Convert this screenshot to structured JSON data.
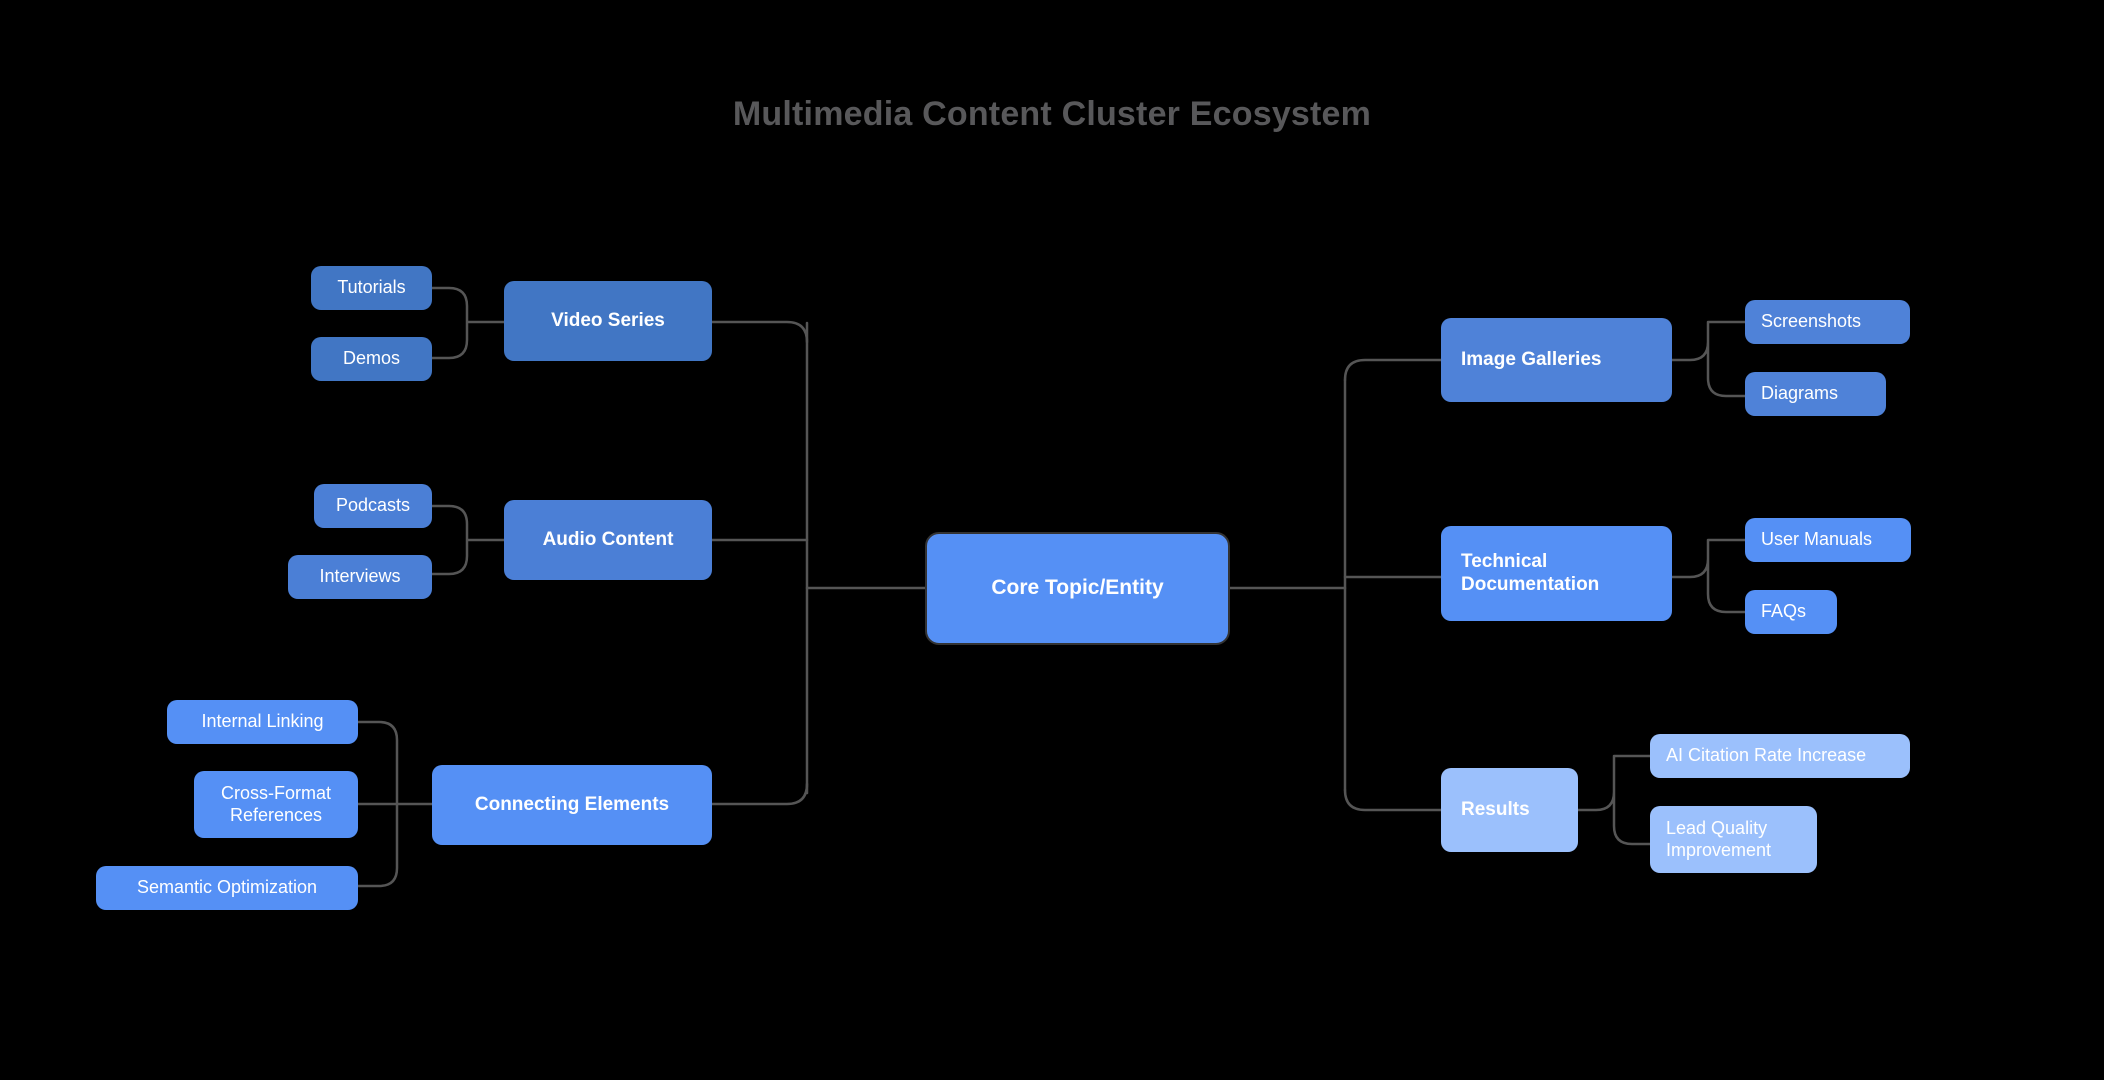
{
  "diagram": {
    "title": "Multimedia Content Cluster Ecosystem",
    "background_color": "#000000",
    "title_color": "#58585a",
    "edge_color": "#555555",
    "core": {
      "label": "Core Topic/Entity",
      "fill": "#5590f5",
      "border": "#333333"
    },
    "left_branches": [
      {
        "label": "Video Series",
        "fill": "#4176c4",
        "children": [
          {
            "label": "Tutorials",
            "fill": "#4176c4"
          },
          {
            "label": "Demos",
            "fill": "#4176c4"
          }
        ]
      },
      {
        "label": "Audio Content",
        "fill": "#4b7fd6",
        "children": [
          {
            "label": "Podcasts",
            "fill": "#4b7fd6"
          },
          {
            "label": "Interviews",
            "fill": "#4b7fd6"
          }
        ]
      },
      {
        "label": "Connecting Elements",
        "fill": "#5590f5",
        "children": [
          {
            "label": "Internal Linking",
            "fill": "#5590f5"
          },
          {
            "label": "Cross-Format\nReferences",
            "fill": "#5590f5"
          },
          {
            "label": "Semantic Optimization",
            "fill": "#5590f5"
          }
        ]
      }
    ],
    "right_branches": [
      {
        "label": "Image Galleries",
        "fill": "#4f82d8",
        "children": [
          {
            "label": "Screenshots",
            "fill": "#4f82d8"
          },
          {
            "label": "Diagrams",
            "fill": "#4f82d8"
          }
        ]
      },
      {
        "label": "Technical\nDocumentation",
        "fill": "#5590f5",
        "children": [
          {
            "label": "User Manuals",
            "fill": "#5590f5"
          },
          {
            "label": "FAQs",
            "fill": "#5590f5"
          }
        ]
      },
      {
        "label": "Results",
        "fill": "#9bc0fc",
        "children": [
          {
            "label": "AI Citation Rate Increase",
            "fill": "#9bc0fc"
          },
          {
            "label": "Lead Quality\nImprovement",
            "fill": "#9bc0fc"
          }
        ]
      }
    ]
  }
}
